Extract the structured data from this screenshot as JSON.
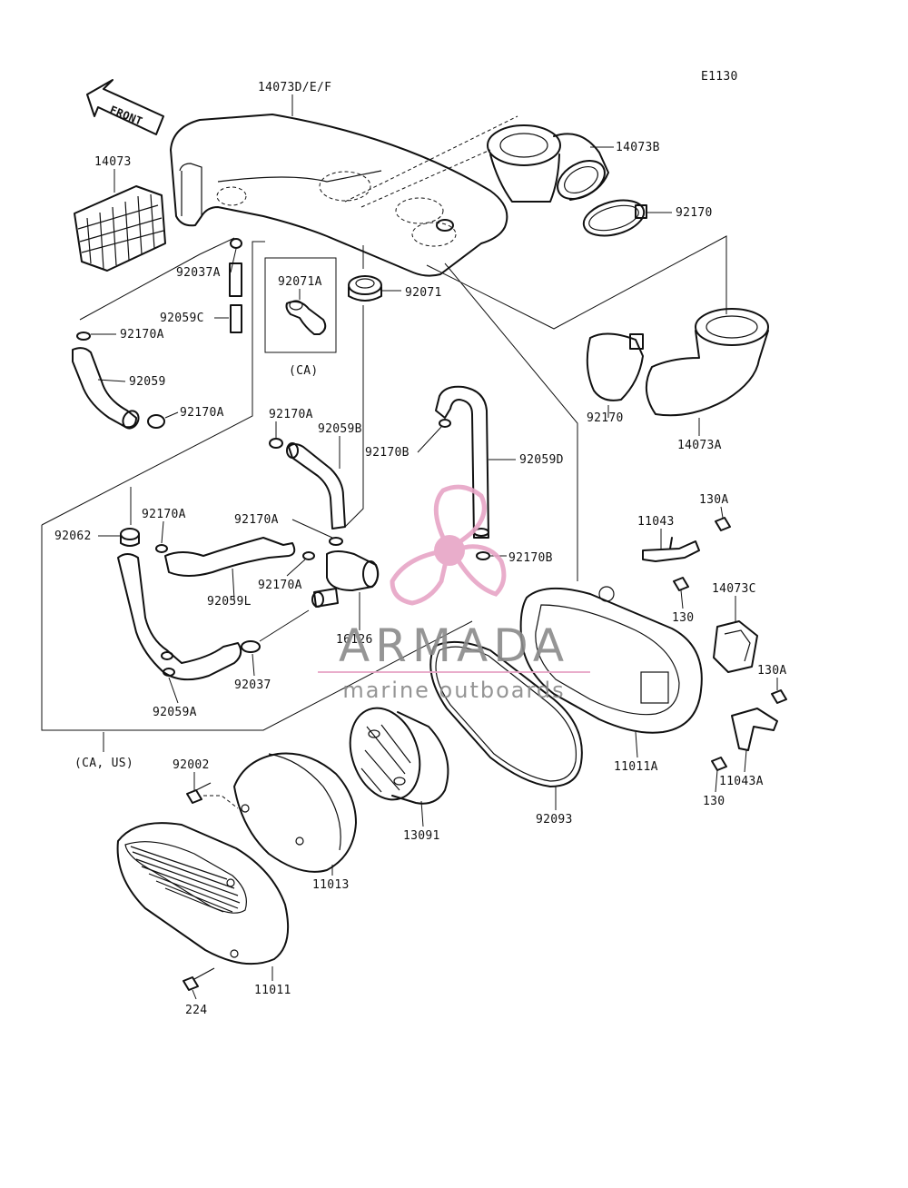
{
  "diagram": {
    "code": "E1130",
    "front_arrow": "FRONT",
    "notes": {
      "ca": "(CA)",
      "ca_us": "(CA, US)"
    },
    "labels": {
      "l14073DEF": "14073D/E/F",
      "l14073": "14073",
      "l14073B": "14073B",
      "l92170_top": "92170",
      "l92037A": "92037A",
      "l92071A": "92071A",
      "l92071": "92071",
      "l92059C": "92059C",
      "l92170A_1": "92170A",
      "l92059": "92059",
      "l92170A_2": "92170A",
      "l92170A_3": "92170A",
      "l92059B": "92059B",
      "l92170B_1": "92170B",
      "l92059D": "92059D",
      "l92170_right": "92170",
      "l14073A": "14073A",
      "l92062": "92062",
      "l92170A_4": "92170A",
      "l92170A_5": "92170A",
      "l92170A_6": "92170A",
      "l92059L": "92059L",
      "l92170B_2": "92170B",
      "l11043": "11043",
      "l130A_1": "130A",
      "l130_1": "130",
      "l14073C": "14073C",
      "l130A_2": "130A",
      "l16126": "16126",
      "l92037": "92037",
      "l92059A": "92059A",
      "l11011A": "11011A",
      "l11043A": "11043A",
      "l130_2": "130",
      "l92002": "92002",
      "l13091": "13091",
      "l92093": "92093",
      "l11013": "11013",
      "l11011": "11011",
      "l224": "224"
    }
  },
  "watermark": {
    "brand": "ARMADA",
    "tagline": "marine outboards",
    "colors": {
      "logo_pink": "#e7a5c6",
      "brand_gray": "#8a8a8a",
      "line_pink": "#e7a5c6"
    }
  },
  "icons": [
    "front-arrow-icon",
    "armada-propeller-logo-icon"
  ]
}
